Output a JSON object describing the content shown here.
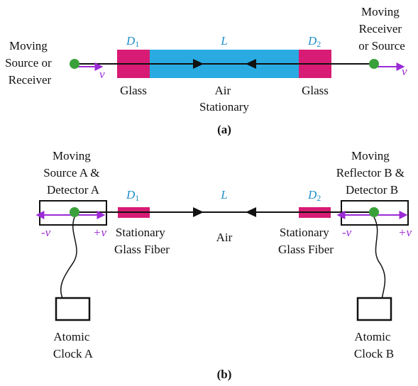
{
  "colors": {
    "glass": "#d81b74",
    "air": "#29abe2",
    "dot": "#3aa13a",
    "velocity": "#9b2bd6",
    "math_label": "#1f8fc9"
  },
  "panel_a": {
    "left_label": [
      "Moving",
      "Source or",
      "Receiver"
    ],
    "right_label": [
      "Moving",
      "Receiver",
      "or Source"
    ],
    "d1": "D",
    "d1_sub": "1",
    "L": "L",
    "d2": "D",
    "d2_sub": "2",
    "glass_left": "Glass",
    "glass_right": "Glass",
    "air": [
      "Air",
      "Stationary"
    ],
    "v_left": "v",
    "v_right": "v",
    "caption": "(a)"
  },
  "panel_b": {
    "left_label": [
      "Moving",
      "Source A &",
      "Detector A"
    ],
    "right_label": [
      "Moving",
      "Reflector B &",
      "Detector B"
    ],
    "d1": "D",
    "d1_sub": "1",
    "L": "L",
    "d2": "D",
    "d2_sub": "2",
    "fiber_left": [
      "Stationary",
      "Glass Fiber"
    ],
    "fiber_right": [
      "Stationary",
      "Glass Fiber"
    ],
    "air": "Air",
    "minus_v_left": "-v",
    "plus_v_left": "+v",
    "minus_v_right": "-v",
    "plus_v_right": "+v",
    "clock_left": [
      "Atomic",
      "Clock A"
    ],
    "clock_right": [
      "Atomic",
      "Clock B"
    ],
    "caption": "(b)"
  }
}
